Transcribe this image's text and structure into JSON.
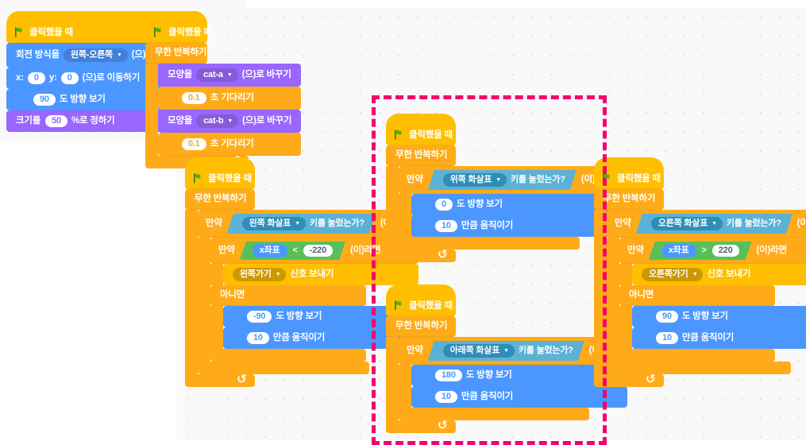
{
  "canvas": {
    "background": "#f9f9f9",
    "white_panel_color": "#ffffff",
    "highlight_color": "#f6006e"
  },
  "labels": {
    "when_flag_clicked": "클릭했을 때",
    "forever": "무한 반복하기",
    "if": "만약",
    "then": "(이)라면",
    "else": "아니면",
    "set_rotation_style": "회전 방식을",
    "to_set_suffix": "(으)로 정하기",
    "x_label": "x:",
    "y_label": "y:",
    "goto_suffix": "(으)로 이동하기",
    "point_direction_suffix": "도 방향 보기",
    "set_size_prefix": "크기를",
    "set_size_suffix": "%로 정하기",
    "switch_costume_prefix": "모양을",
    "switch_costume_suffix": "(으)로 바꾸기",
    "wait_suffix": "초 기다리기",
    "key_pressed_suffix": "키를 눌렀는가?",
    "broadcast_suffix": "신호 보내기",
    "move_steps_suffix": "만큼 움직이기"
  },
  "scripts": {
    "setup": {
      "hat": "클릭했을 때",
      "rotation_style_value": "왼쪽-오른쪽",
      "goto_x": "0",
      "goto_y": "0",
      "direction": "90",
      "size": "50"
    },
    "costume_loop": {
      "hat": "클릭했을 때",
      "forever": "무한 반복하기",
      "costume_a": "cat-a",
      "wait_a": "0.1",
      "costume_b": "cat-b",
      "wait_b": "0.1"
    },
    "left": {
      "hat": "클릭했을 때",
      "forever": "무한 반복하기",
      "key": "왼쪽 화살표",
      "variable": "x좌표",
      "operator": "<",
      "threshold": "-220",
      "broadcast": "왼쪽가기",
      "direction": "-90",
      "steps": "10"
    },
    "up": {
      "hat": "클릭했을 때",
      "forever": "무한 반복하기",
      "key": "위쪽 화살표",
      "direction": "0",
      "steps": "10"
    },
    "down": {
      "hat": "클릭했을 때",
      "forever": "무한 반복하기",
      "key": "아래쪽 화살표",
      "direction": "180",
      "steps": "10"
    },
    "right": {
      "hat": "클릭했을 때",
      "forever": "무한 반복하기",
      "key": "오른쪽 화살표",
      "variable": "x좌표",
      "operator": ">",
      "threshold": "220",
      "broadcast": "오른쪽가기",
      "direction": "90",
      "steps": "10"
    }
  },
  "icons": {
    "green_flag": "green-flag-icon",
    "loop_arrow": "loop-arrow-icon",
    "dropdown_arrow": "▼"
  }
}
